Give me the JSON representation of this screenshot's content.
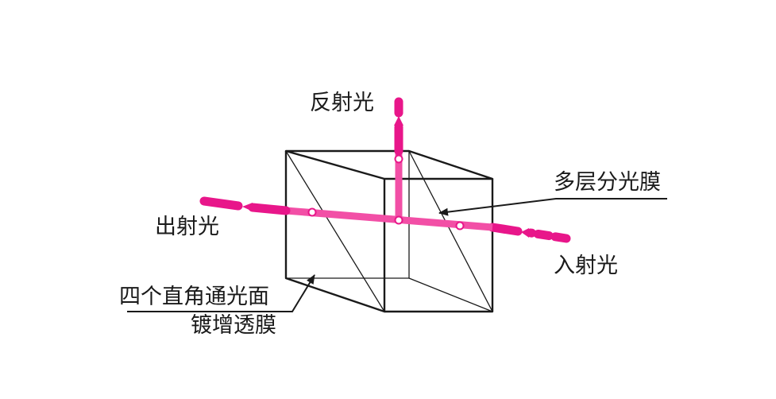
{
  "labels": {
    "reflected": "反射光",
    "output": "出射光",
    "input": "入射光",
    "coating": "多层分光膜",
    "faces_line1": "四个直角通光面",
    "faces_line2": "镀增透膜"
  },
  "colors": {
    "beam": "#e8168a",
    "beam_inside": "#f24fa6",
    "lines": "#1a1a1a"
  }
}
